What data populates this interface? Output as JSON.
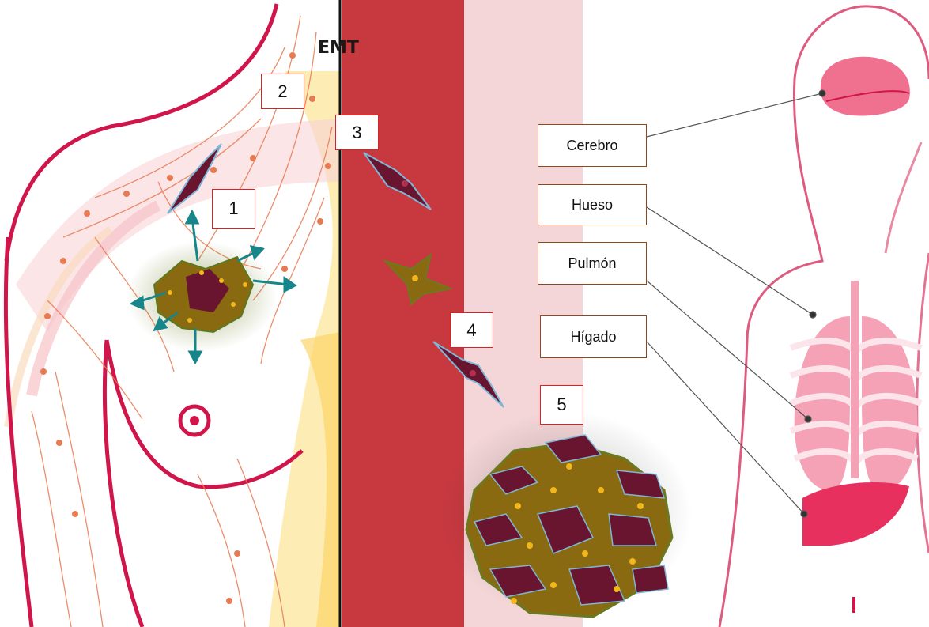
{
  "title": "EMT",
  "steps": [
    "1",
    "2",
    "3",
    "4",
    "5"
  ],
  "organs": {
    "brain": "Cerebro",
    "bone": "Hueso",
    "lung": "Pulmón",
    "liver": "Hígado"
  },
  "colors": {
    "body_outline": "#d0154a",
    "vessel_wall": "#c8383f",
    "vessel_light": "#f4d6d8",
    "organ_pink": "#f0708f",
    "tumor_dark": "#6a1530",
    "tumor_olive": "#8a6a10",
    "arrow_teal": "#16868a",
    "lymph": "#e87a52",
    "number_border": "#e02020",
    "organ_border": "#8a4a1e"
  }
}
